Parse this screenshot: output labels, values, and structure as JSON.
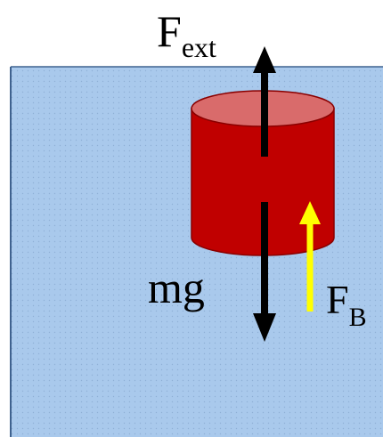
{
  "labels": {
    "f_ext_main": "F",
    "f_ext_sub": "ext",
    "weight": "mg",
    "f_b_main": "F",
    "f_b_sub": "B"
  },
  "colors": {
    "water": "#a9c9ec",
    "water_dots": "#8fb0d6",
    "water_border": "#3f628f",
    "cylinder_body": "#c00000",
    "cylinder_top": "#d96b6b",
    "cylinder_edge": "#8a0000",
    "black_arrow": "#000000",
    "buoyancy_arrow": "#ffff00"
  }
}
